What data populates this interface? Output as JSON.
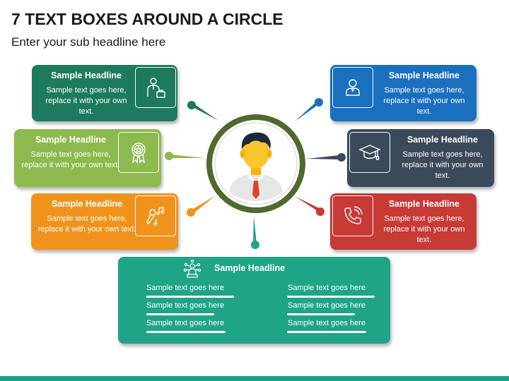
{
  "slide": {
    "title": "7 TEXT BOXES AROUND A CIRCLE",
    "subtitle": "Enter your sub headline here"
  },
  "boxes": [
    {
      "id": "top-left",
      "headline": "Sample Headline",
      "text": "Sample text goes here, replace it with your own text.",
      "color": "#1d7a5f",
      "icon": "businessman-briefcase-icon"
    },
    {
      "id": "mid-left",
      "headline": "Sample Headline",
      "text": "Sample text goes here, replace it with your own text.",
      "color": "#8dba4e",
      "icon": "award-badge-icon"
    },
    {
      "id": "lower-left",
      "headline": "Sample Headline",
      "text": "Sample text goes here, replace it with your own text.",
      "color": "#f0931c",
      "icon": "microphone-music-icon"
    },
    {
      "id": "top-right",
      "headline": "Sample Headline",
      "text": "Sample text goes here, replace it with your own text.",
      "color": "#1a6fbf",
      "icon": "user-icon"
    },
    {
      "id": "mid-right",
      "headline": "Sample Headline",
      "text": "Sample text goes here, replace it with your own text.",
      "color": "#3b4a5a",
      "icon": "graduation-cap-icon"
    },
    {
      "id": "lower-right",
      "headline": "Sample Headline",
      "text": "Sample text goes here, replace it with your own text.",
      "color": "#c73a35",
      "icon": "phone-call-icon"
    }
  ],
  "bottom_box": {
    "headline": "Sample Headline",
    "color": "#1fa488",
    "icon": "leader-network-icon",
    "left_items": [
      "Sample text goes here",
      "Sample text goes here",
      "Sample text goes here"
    ],
    "right_items": [
      "Sample text goes here",
      "Sample text goes here",
      "Sample text goes here"
    ]
  },
  "center": {
    "ring_color": "#4e6a2c",
    "icon": "person-avatar-icon"
  },
  "footer_color": "#19a389"
}
